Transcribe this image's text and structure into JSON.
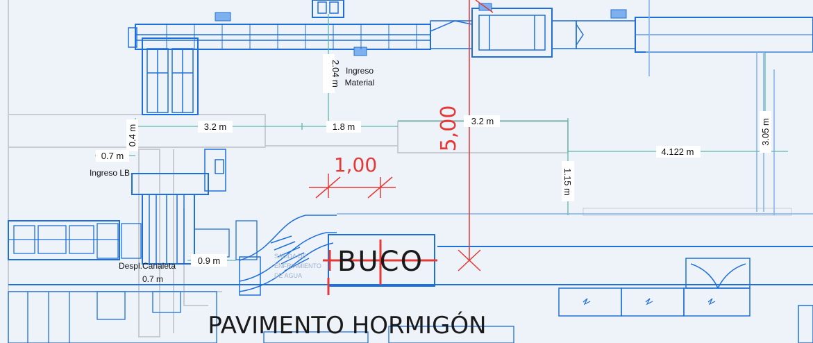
{
  "colors": {
    "background": "#eef3f9",
    "blueprint": "#1e6fd9",
    "blueprint_light": "#7fb0ee",
    "dimension": "#5fb8a8",
    "red": "#e53935",
    "grey": "#c8ccd2"
  },
  "dimensions": {
    "d_204": "2.04 m",
    "d_32a": "3.2 m",
    "d_18": "1.8 m",
    "d_32b": "3.2 m",
    "d_04": "0.4 m",
    "d_07a": "0.7 m",
    "d_4122": "4.122 m",
    "d_305": "3.05 m",
    "d_115": "1.15 m",
    "d_09": "0.9 m",
    "d_07b": "0.7 m"
  },
  "labels": {
    "ingreso_material_1": "Ingreso",
    "ingreso_material_2": "Material",
    "ingreso_lb": "Ingreso LB",
    "despl_canaleta": "Despl.Canaleta",
    "buco": "BUCO",
    "pavimento": "PAVIMENTO HORMIGÓN",
    "red_500": "5,00",
    "red_100": "1,00",
    "faint_1": "SALIDA DE",
    "faint_2": "ENFRIAMIENTO",
    "faint_3": "DE AGUA"
  }
}
